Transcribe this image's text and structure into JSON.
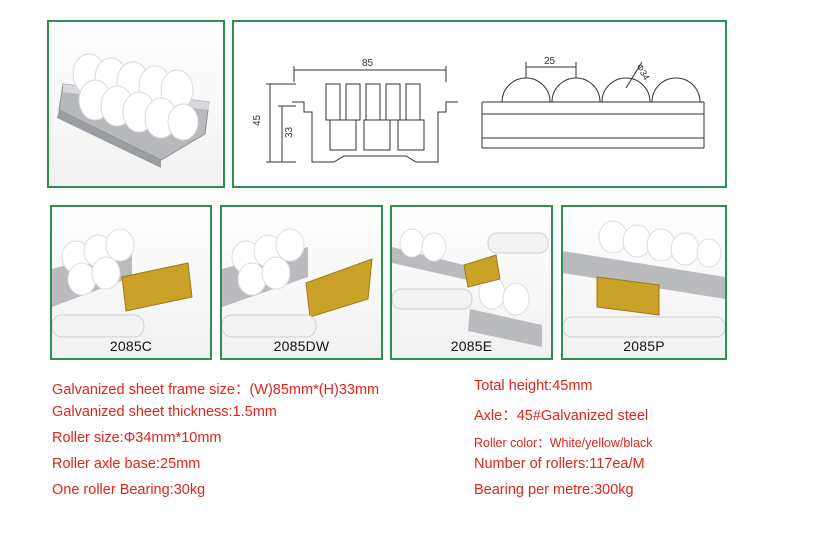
{
  "drawing": {
    "dim_width": "85",
    "dim_height_total": "45",
    "dim_height_frame": "33",
    "dim_pitch": "25",
    "dim_diameter": "Φ34"
  },
  "models": [
    {
      "label": "2085C"
    },
    {
      "label": "2085DW"
    },
    {
      "label": "2085E"
    },
    {
      "label": "2085P"
    }
  ],
  "specs_left": [
    "Galvanized sheet frame size：(W)85mm*(H)33mm",
    "Galvanized sheet thickness:1.5mm",
    "Roller size:Φ34mm*10mm",
    "Roller axle base:25mm",
    "One roller Bearing:30kg"
  ],
  "specs_right": [
    "Total height:45mm",
    "Axle：45#Galvanized steel",
    "Roller color：White/yellow/black",
    "Number of rollers:117ea/M",
    "Bearing per metre:300kg"
  ],
  "colors": {
    "frame_border": "#2f8f4e",
    "spec_text": "#e0251b",
    "bracket": "#c9a227"
  }
}
